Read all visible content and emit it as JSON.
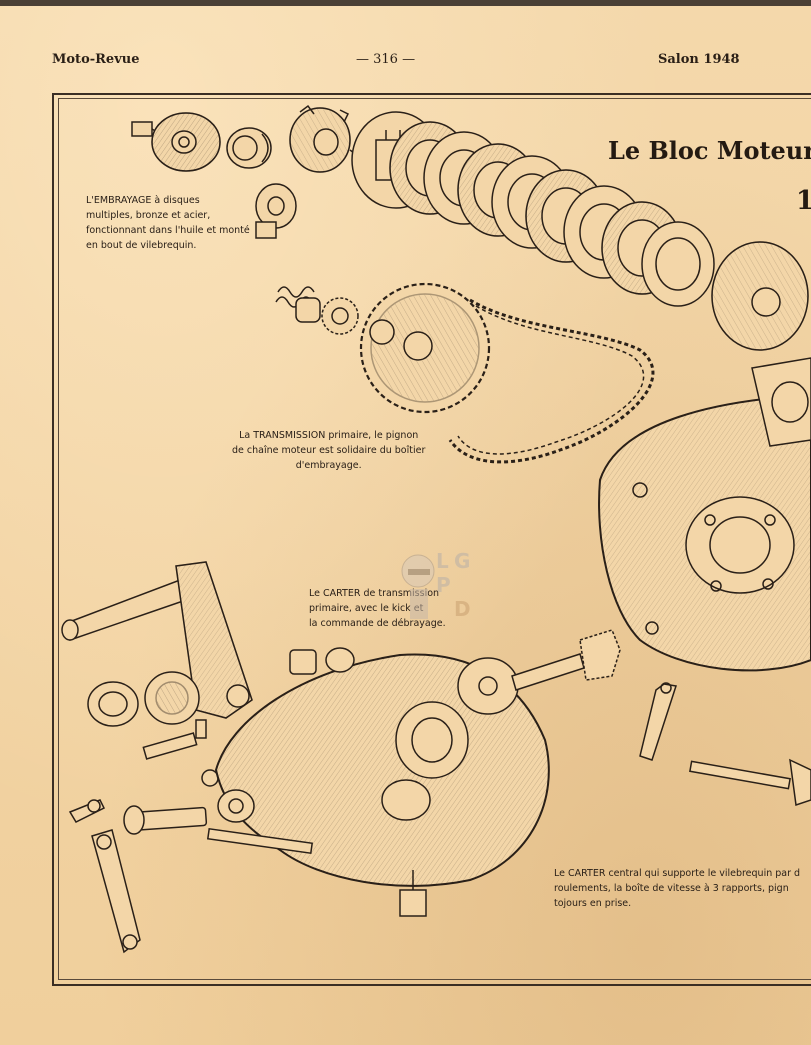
{
  "header": {
    "magazine": "Moto-Revue",
    "page_number": "— 316 —",
    "issue": "Salon 1948"
  },
  "title": {
    "text": "Le Bloc Moteur",
    "number": "1"
  },
  "captions": {
    "embrayage": [
      "L'EMBRAYAGE à disques",
      "multiples, bronze et acier,",
      "fonctionnant dans l'huile et monté",
      "en bout de vilebrequin."
    ],
    "transmission": [
      "La TRANSMISSION primaire, le pignon",
      "de chaîne moteur est solidaire du boîtier",
      "d'embrayage."
    ],
    "carter_transmission": [
      "Le CARTER de transmission",
      "primaire, avec le kick et",
      "la commande de débrayage."
    ],
    "carter_central": [
      "Le CARTER central qui supporte le vilebrequin par d",
      "roulements, la boîte de vitesse à 3 rapports, pign",
      "tojours en prise."
    ]
  },
  "watermark": {
    "letters": [
      "L",
      "G",
      "P",
      "D"
    ]
  },
  "colors": {
    "paper": "#f3d6a8",
    "ink": "#2a2018",
    "frame": "#3a2e24"
  }
}
